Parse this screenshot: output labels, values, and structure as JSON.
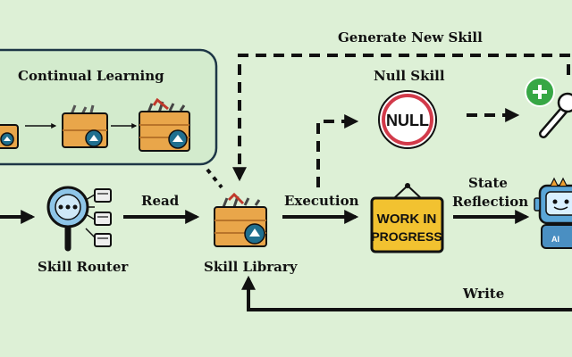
{
  "labels": {
    "generate_new_skill": "Generate New Skill",
    "continual_learning": "Continual Learning",
    "null_skill": "Null Skill",
    "null_text": "NULL",
    "read": "Read",
    "execution": "Execution",
    "state_reflection_line1": "State",
    "state_reflection_line2": "Reflection",
    "skill_router": "Skill Router",
    "skill_library": "Skill Library",
    "write": "Write",
    "sign_line1": "WORK IN",
    "sign_line2": "PROGRESS",
    "robot_badge": "AI"
  },
  "colors": {
    "background": "#ddf0d6",
    "panel": "#d6ecd0",
    "crate": "#e9a64a",
    "crate_dark": "#b8742a",
    "badge": "#1f6f8f",
    "sign": "#f2c230",
    "null_ring": "#d23a4a",
    "plus": "#37a745",
    "robot": "#5aa6d8"
  }
}
